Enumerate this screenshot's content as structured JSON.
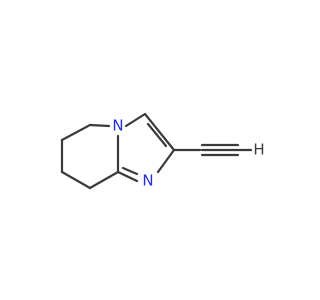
{
  "structure": {
    "atoms": {
      "ring_nitrogen": "N",
      "imine_nitrogen": "N",
      "terminal_hydrogen": "H"
    },
    "colors": {
      "nitrogen": "#2430d6",
      "carbon_hydrogen": "#3a3a3a",
      "bond": "#3a3a3a"
    }
  }
}
